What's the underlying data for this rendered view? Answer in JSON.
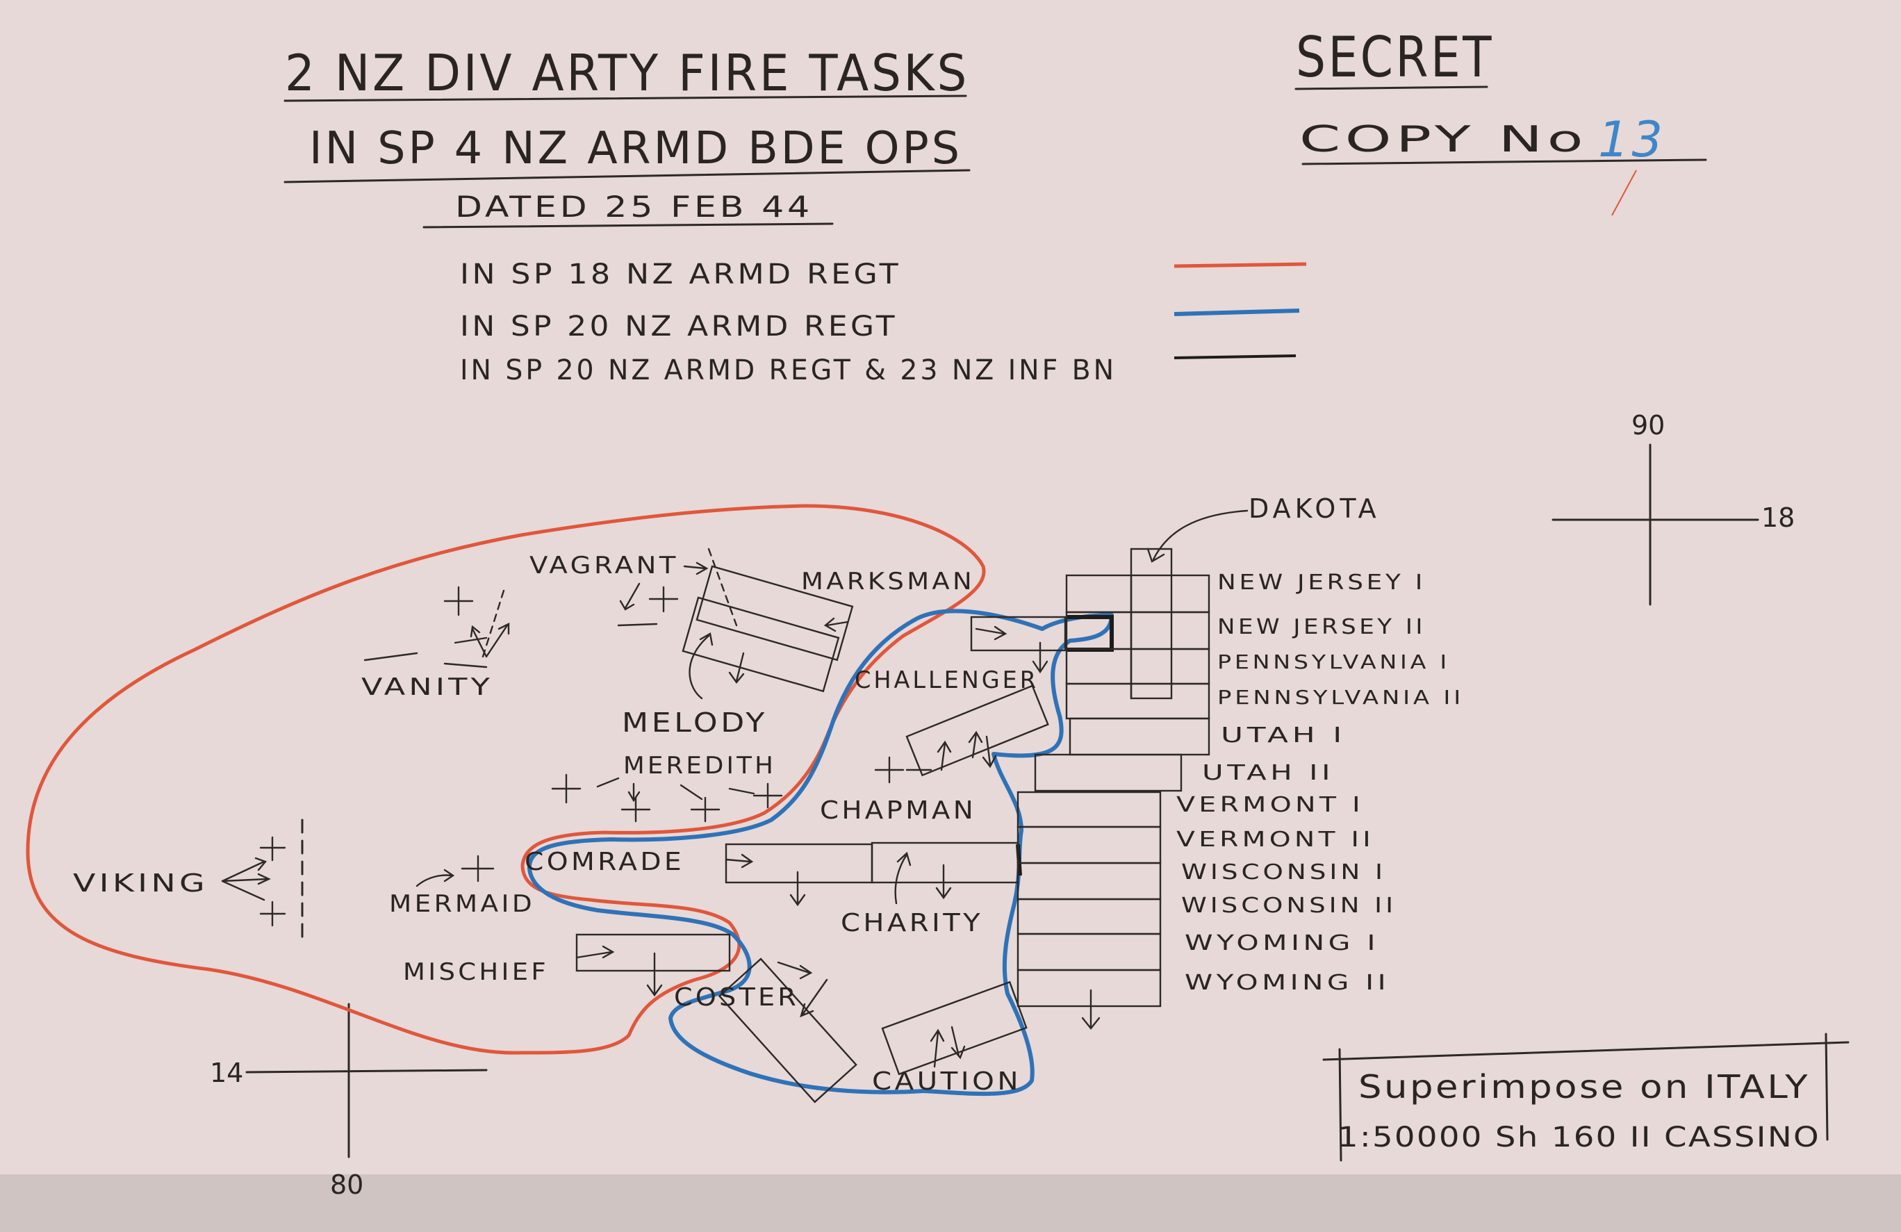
{
  "header": {
    "title_line1": "2 NZ DIV ARTY FIRE TASKS",
    "title_line2": "IN SP 4 NZ ARMD BDE OPS",
    "dated": "DATED 25 FEB 44",
    "classification": "SECRET",
    "copy_label": "COPY No",
    "copy_number": "13"
  },
  "legend": [
    {
      "label": "IN SP 18 NZ ARMD REGT",
      "color": "#e0573c"
    },
    {
      "label": "IN SP 20 NZ ARMD REGT",
      "color": "#2f72b8"
    },
    {
      "label": "IN SP 20 NZ ARMD REGT & 23 NZ INF BN",
      "color": "#1e1c1b"
    }
  ],
  "grid_refs": {
    "northeast_vertical": "90",
    "northeast_horizontal": "18",
    "southwest_horizontal": "14",
    "southwest_vertical": "80"
  },
  "targets": {
    "dakota": "DAKOTA",
    "new_jersey_1": "NEW JERSEY I",
    "new_jersey_2": "NEW JERSEY II",
    "pennsylvania_1": "PENNSYLVANIA I",
    "pennsylvania_2": "PENNSYLVANIA II",
    "utah_1": "UTAH I",
    "utah_2": "UTAH II",
    "vermont_1": "VERMONT I",
    "vermont_2": "VERMONT II",
    "wisconsin_1": "WISCONSIN I",
    "wisconsin_2": "WISCONSIN II",
    "wyoming_1": "WYOMING I",
    "wyoming_2": "WYOMING II",
    "vagrant": "VAGRANT",
    "marksman": "MARKSMAN",
    "vanity": "VANITY",
    "challenger": "CHALLENGER",
    "melody": "MELODY",
    "meredith": "MEREDITH",
    "chapman": "CHAPMAN",
    "viking": "VIKING",
    "comrade": "COMRADE",
    "mermaid": "MERMAID",
    "charity": "CHARITY",
    "mischief": "MISCHIEF",
    "coster": "COSTER",
    "caution": "CAUTION"
  },
  "map_note": {
    "line1": "Superimpose on ITALY",
    "line2": "1:50000 Sh 160 II CASSINO"
  },
  "colors": {
    "paper": "#e6d9d7",
    "ink": "#2d2926",
    "red_boundary": "#e0573c",
    "blue_boundary": "#2f72b8",
    "copy_number_ink": "#3f86c9"
  }
}
